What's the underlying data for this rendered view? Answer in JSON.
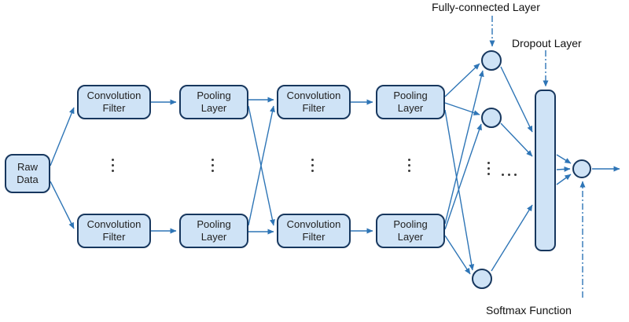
{
  "diagram": {
    "boxes": {
      "raw": "Raw Data",
      "conv": "Convolution Filter",
      "pool": "Pooling Layer"
    },
    "annotations": {
      "fully_connected": "Fully-connected Layer",
      "dropout": "Dropout Layer",
      "softmax": "Softmax Function"
    },
    "ellipsis_vertical": "⋮",
    "ellipsis_horizontal": "⋯"
  },
  "colors": {
    "box-fill": "#cfe3f6",
    "box-border": "#17375e",
    "arrow": "#2e75b6",
    "text": "#1f1f1f"
  }
}
